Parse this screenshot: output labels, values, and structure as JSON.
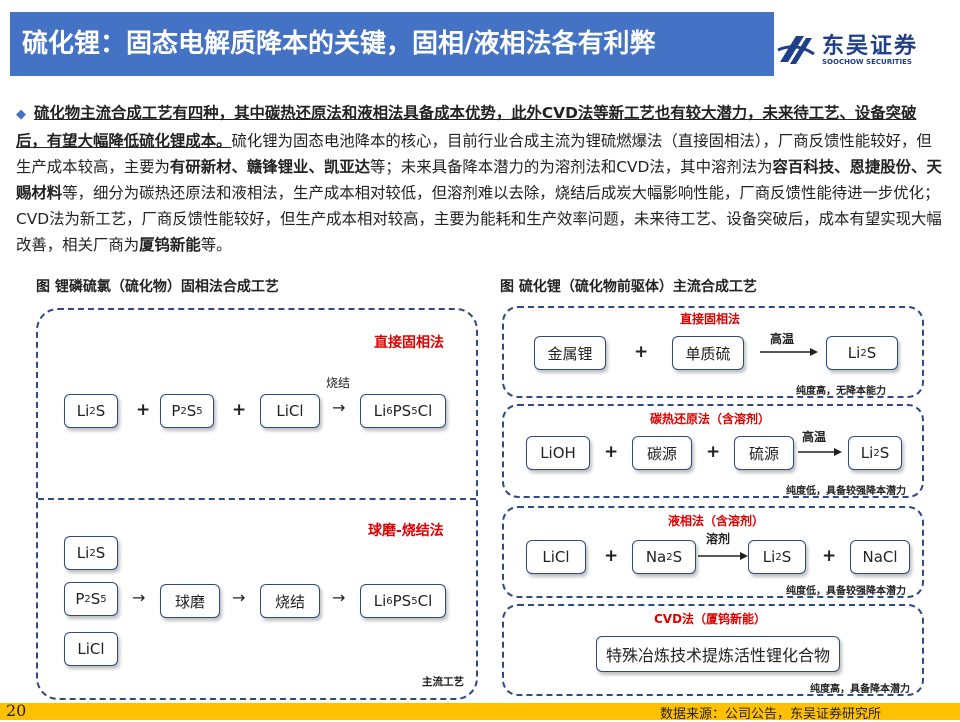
{
  "header": {
    "title": "硫化锂：固态电解质降本的关键，固相/液相法各有利弊",
    "logo_cn": "东吴证券",
    "logo_en": "SOOCHOW SECURITIES",
    "title_bg": "#4472c4"
  },
  "summary": {
    "bullet": "◆",
    "lead": "硫化物主流合成工艺有四种，其中碳热还原法和液相法具备成本优势，此外CVD法等新工艺也有较大潜力，未来待工艺、设备突破后，有望大幅降低硫化锂成本。",
    "t1": "硫化锂为固态电池降本的核心，目前行业合成主流为锂硫燃爆法（直接固相法），厂商反馈性能较好，但生产成本较高，主要为",
    "b1": "有研新材、赣锋锂业、凯亚达",
    "t2": "等；未来具备降本潜力的为溶剂法和CVD法，其中溶剂法为",
    "b2": "容百科技、恩捷股份、天赐材料",
    "t3": "等，细分为碳热还原法和液相法，生产成本相对较低，但溶剂难以去除，烧结后成炭大幅影响性能，厂商反馈性能待进一步优化；CVD法为新工艺，厂商反馈性能较好，但生产成本相对较高，主要为能耗和生产效率问题，未来待工艺、设备突破后，成本有望实现大幅改善，相关厂商为",
    "b3": "厦钨新能",
    "t4": "等。"
  },
  "left_figure": {
    "title": "图 锂磷硫氯（硫化物）固相法合成工艺",
    "direct": {
      "label": "直接固相法",
      "li2s": "Li",
      "p2s5": "P",
      "licl": "LiCl",
      "plus": "+",
      "arrow": "→",
      "heat": "烧结",
      "product": "Li"
    },
    "ball": {
      "label": "球磨-烧结法",
      "ball_mill": "球磨",
      "sinter": "烧结",
      "licl": "LiCl",
      "arrow": "→",
      "note": "主流工艺"
    }
  },
  "right_figure": {
    "title": "图 硫化锂（硫化物前驱体）主流合成工艺",
    "direct": {
      "label": "直接固相法",
      "metal_li": "金属锂",
      "sulfur": "单质硫",
      "cond": "高温",
      "note": "纯度高，无降本能力"
    },
    "carbo": {
      "label": "碳热还原法（含溶剂）",
      "lioh": "LiOH",
      "carbon": "碳源",
      "sulfur_src": "硫源",
      "cond": "高温",
      "note": "纯度低，具备较强降本潜力"
    },
    "liquid": {
      "label": "液相法（含溶剂）",
      "licl": "LiCl",
      "cond": "溶剂",
      "nacl": "NaCl",
      "note": "纯度低，具备较强降本潜力"
    },
    "cvd": {
      "label": "CVD法（厦钨新能）",
      "process": "特殊冶炼技术提炼活性锂化合物",
      "note": "纯度高，具备降本潜力"
    },
    "plus": "+"
  },
  "footer": {
    "page": "20",
    "source": "数据来源：公司公告，东吴证券研究所",
    "bar_color": "#ffc000"
  }
}
